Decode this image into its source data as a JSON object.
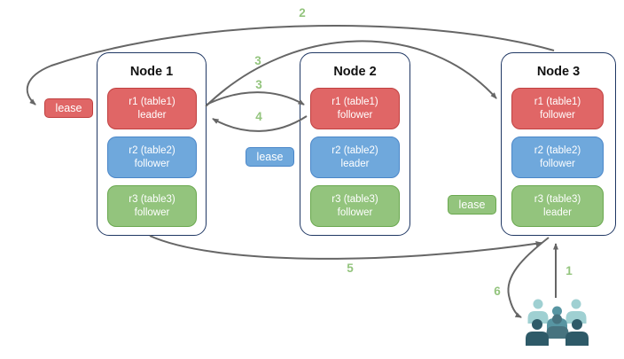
{
  "diagram": {
    "title": "distributed-table-replicas-leases-flow",
    "background_color": "#ffffff",
    "arrow_color": "#666666",
    "step_label_color": "#93c47d",
    "node_border_color": "#203864"
  },
  "nodes": [
    {
      "title": "Node 1",
      "replicas": [
        {
          "name": "r1 (table1)",
          "role": "leader",
          "color": "#e06666"
        },
        {
          "name": "r2 (table2)",
          "role": "follower",
          "color": "#6fa8dc"
        },
        {
          "name": "r3 (table3)",
          "role": "follower",
          "color": "#93c47d"
        }
      ]
    },
    {
      "title": "Node 2",
      "replicas": [
        {
          "name": "r1 (table1)",
          "role": "follower",
          "color": "#e06666"
        },
        {
          "name": "r2 (table2)",
          "role": "leader",
          "color": "#6fa8dc"
        },
        {
          "name": "r3 (table3)",
          "role": "follower",
          "color": "#93c47d"
        }
      ]
    },
    {
      "title": "Node 3",
      "replicas": [
        {
          "name": "r1 (table1)",
          "role": "follower",
          "color": "#e06666"
        },
        {
          "name": "r2 (table2)",
          "role": "follower",
          "color": "#6fa8dc"
        },
        {
          "name": "r3 (table3)",
          "role": "leader",
          "color": "#93c47d"
        }
      ]
    }
  ],
  "leases": [
    {
      "label": "lease",
      "color": "#e06666"
    },
    {
      "label": "lease",
      "color": "#6fa8dc"
    },
    {
      "label": "lease",
      "color": "#93c47d"
    }
  ],
  "steps": {
    "s1": "1",
    "s2": "2",
    "s3a": "3",
    "s3b": "3",
    "s4": "4",
    "s5": "5",
    "s6": "6"
  },
  "client": {
    "icon": "user-group-icon",
    "colors": {
      "light_teal": "#9fd0d2",
      "medium_teal": "#5795a2",
      "mid_dark_teal": "#47737f",
      "dark_slate": "#2e5a68"
    }
  }
}
